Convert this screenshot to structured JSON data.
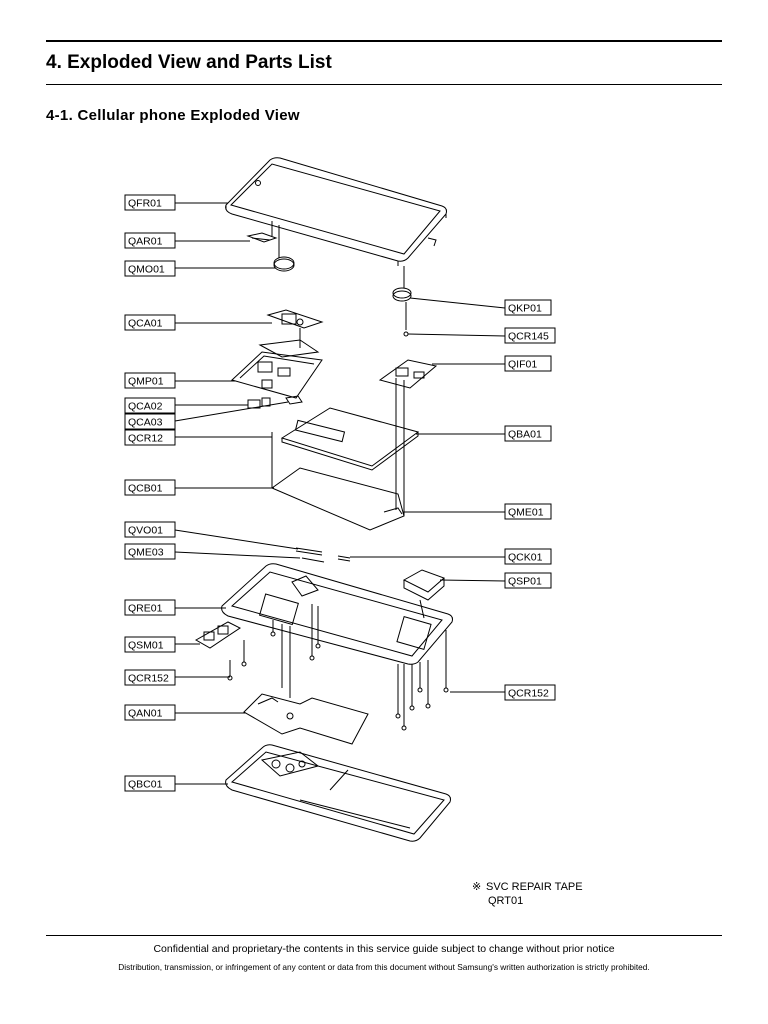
{
  "header": {
    "title": "4. Exploded View and Parts List",
    "subtitle": "4-1. Cellular phone Exploded View"
  },
  "diagram": {
    "callouts": {
      "QFR01": "QFR01",
      "QAR01": "QAR01",
      "QMO01": "QMO01",
      "QCA01": "QCA01",
      "QMP01": "QMP01",
      "QCA02": "QCA02",
      "QCA03": "QCA03",
      "QCR12": "QCR12",
      "QCB01": "QCB01",
      "QVO01": "QVO01",
      "QME03": "QME03",
      "QRE01": "QRE01",
      "QSM01": "QSM01",
      "QCR152L": "QCR152",
      "QAN01": "QAN01",
      "QBC01": "QBC01",
      "QKP01": "QKP01",
      "QCR145": "QCR145",
      "QIF01": "QIF01",
      "QBA01": "QBA01",
      "QME01": "QME01",
      "QCK01": "QCK01",
      "QSP01": "QSP01",
      "QCR152R": "QCR152"
    }
  },
  "note": {
    "mark": "※",
    "text": "SVC REPAIR TAPE",
    "code": "QRT01"
  },
  "footer": {
    "line1": "Confidential and proprietary-the contents in this service guide subject to change without prior notice",
    "line2": "Distribution, transmission, or infringement of any content or data from this document without Samsung's written authorization is strictly prohibited."
  }
}
